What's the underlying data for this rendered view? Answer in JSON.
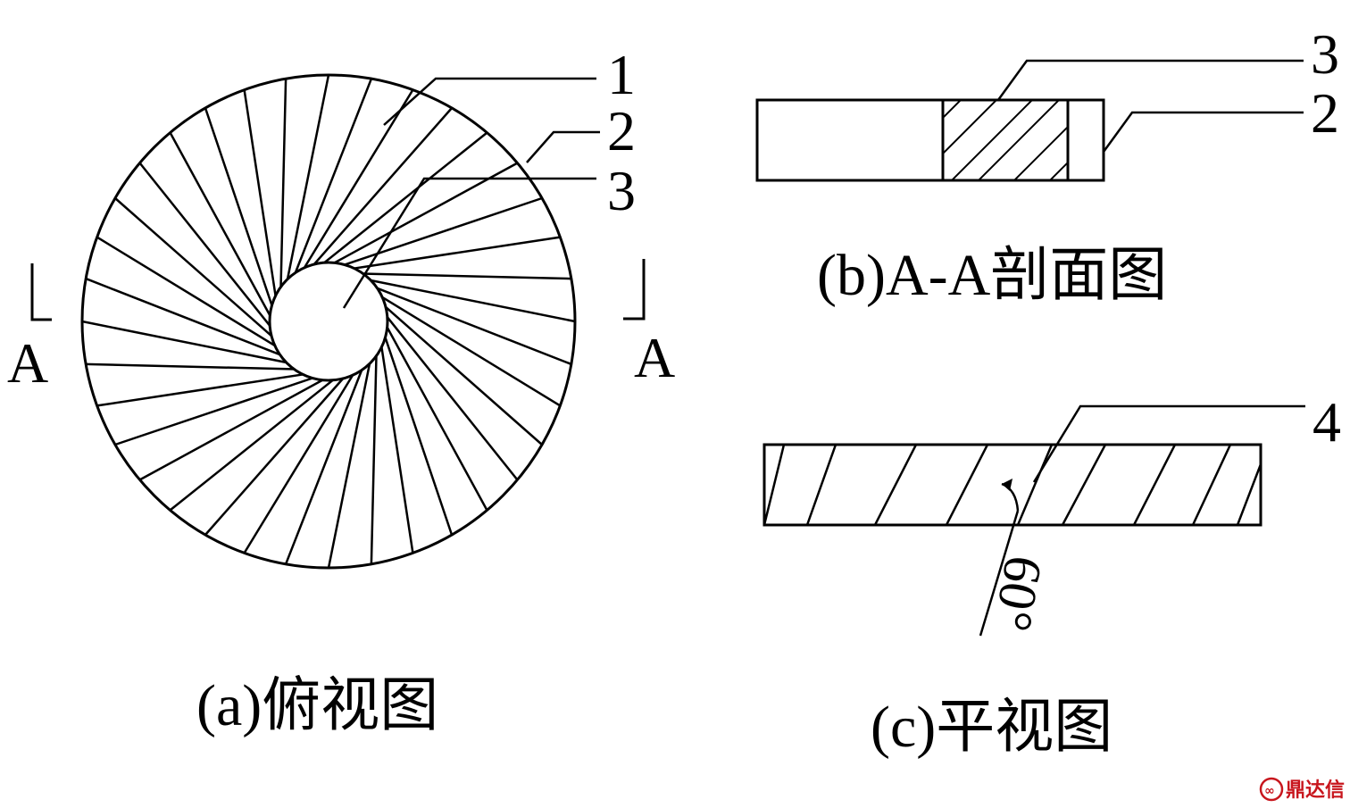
{
  "figure": {
    "top_view": {
      "caption": "(a)俯视图",
      "part_labels": [
        "1",
        "2",
        "3"
      ],
      "section_mark": "A",
      "blade_count": 36
    },
    "section_view": {
      "caption": "(b)A-A剖面图",
      "part_labels": [
        "3",
        "2"
      ]
    },
    "plan_view": {
      "caption": "(c)平视图",
      "part_label": "4",
      "angle_label": "60°"
    }
  },
  "watermark": {
    "text": "鼎达信",
    "color": "#c8161d"
  }
}
